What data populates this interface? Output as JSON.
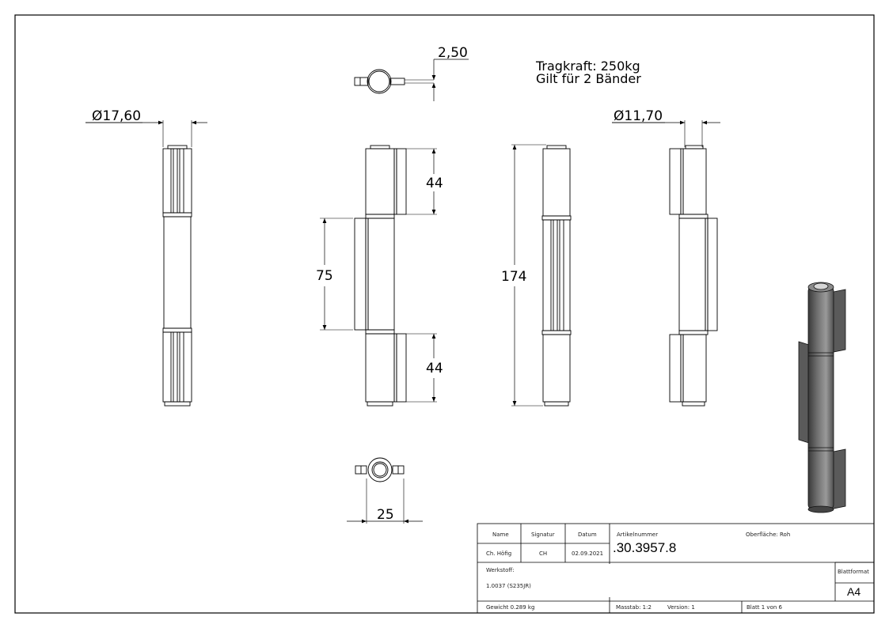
{
  "drawing": {
    "notes": {
      "line1": "Tragkraft: 250kg",
      "line2": "Gilt für 2 Bänder"
    },
    "dimensions": {
      "left_diameter": "Ø17,60",
      "right_diameter": "Ø11,70",
      "leaf_thickness": "2,50",
      "top_knuckle": "44",
      "middle_knuckle": "75",
      "bottom_knuckle": "44",
      "total_length": "174",
      "bottom_width": "25"
    }
  },
  "title_block": {
    "headers": {
      "name": "Name",
      "signatur": "Signatur",
      "datum": "Datum",
      "artikelnummer": "Artikelnummer",
      "oberflaeche": "Oberfläche:  Roh"
    },
    "values": {
      "name": "Ch. Höfig",
      "signatur": "CH",
      "datum": "02.09.2021",
      "artikelnummer": ".30.3957.8"
    },
    "werkstoff_label": "Werkstoff:",
    "werkstoff_value": "1.0037 (S235JR)",
    "blattformat_label": "Blattformat",
    "blattformat_value": "A4",
    "gewicht": "Gewicht 0.289 kg",
    "massstab": "Masstab: 1:2",
    "version": "Version: 1",
    "blatt": "Blatt 1 von 6"
  }
}
